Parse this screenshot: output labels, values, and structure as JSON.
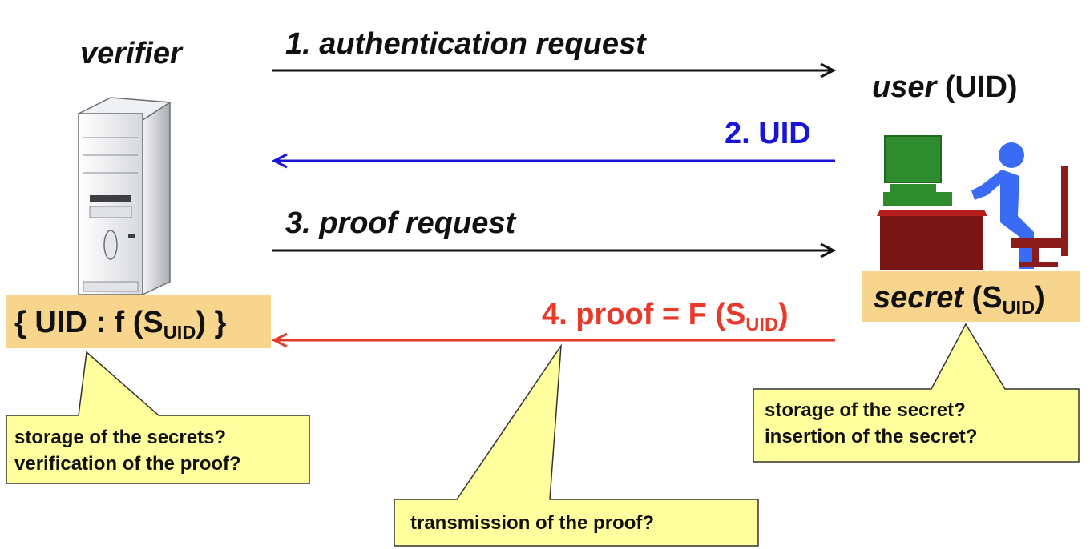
{
  "verifier": {
    "label": "verifier",
    "store": {
      "open": "{ UID : f (S",
      "sub": "UID",
      "close": ") }"
    }
  },
  "user": {
    "label_ital": "user",
    "label_rest": " (UID)",
    "secret": {
      "ital": "secret",
      "open": " (S",
      "sub": "UID",
      "close": ")"
    }
  },
  "messages": [
    {
      "text": "1. authentication request",
      "color": "#111111",
      "direction": "right"
    },
    {
      "text": "2. UID",
      "color": "#1a14d6",
      "direction": "left"
    },
    {
      "text": "3. proof request",
      "color": "#111111",
      "direction": "right"
    },
    {
      "open": "4. proof = F (S",
      "sub": "UID",
      "close": ")",
      "color": "#e8392b",
      "direction": "left"
    }
  ],
  "callouts": {
    "verifier": [
      "storage of the secrets?",
      "verification of the proof?"
    ],
    "transmission": [
      "transmission of the proof?"
    ],
    "user": [
      "storage of the secret?",
      "insertion of the secret?"
    ]
  },
  "colors": {
    "callout_fill": "#ffff9e",
    "tag_fill": "#f8d58c",
    "msg2": "#1a14d6",
    "msg4": "#e8392b"
  }
}
